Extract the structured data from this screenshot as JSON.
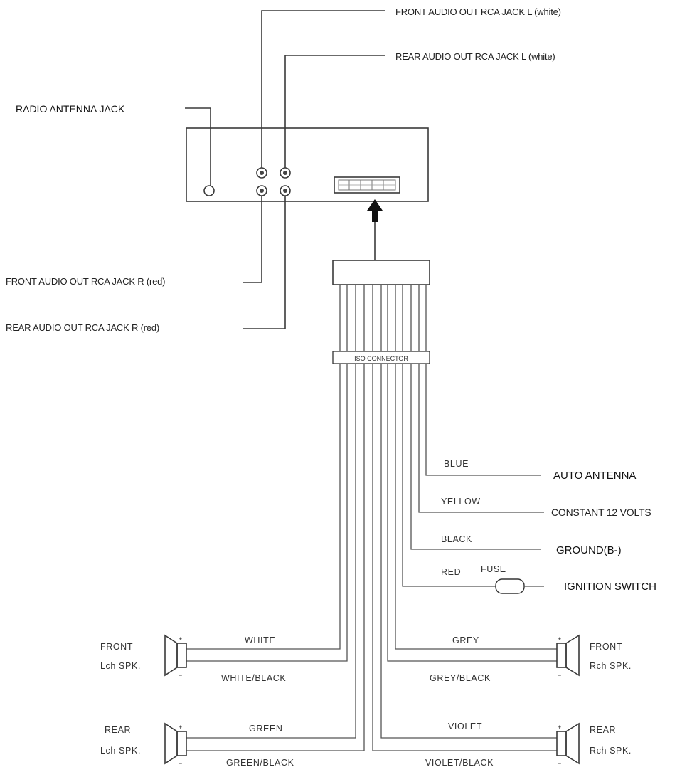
{
  "labels": {
    "front_out_l": "FRONT AUDIO OUT RCA JACK L (white)",
    "rear_out_l": "REAR AUDIO OUT RCA JACK L (white)",
    "radio_antenna": "RADIO ANTENNA JACK",
    "front_out_r": "FRONT AUDIO OUT RCA JACK R (red)",
    "rear_out_r": "REAR AUDIO OUT RCA JACK R (red)",
    "iso_connector": "ISO CONNECTOR",
    "fuse": "FUSE"
  },
  "power_wires": [
    {
      "color": "BLUE",
      "function": "AUTO ANTENNA"
    },
    {
      "color": "YELLOW",
      "function": "CONSTANT 12 VOLTS"
    },
    {
      "color": "BLACK",
      "function": "GROUND(B-)"
    },
    {
      "color": "RED",
      "function": "IGNITION SWITCH"
    }
  ],
  "speakers": {
    "front_left": {
      "line1": "FRONT",
      "line2": "Lch SPK.",
      "pos_wire": "WHITE",
      "neg_wire": "WHITE/BLACK"
    },
    "rear_left": {
      "line1": "REAR",
      "line2": "Lch SPK.",
      "pos_wire": "GREEN",
      "neg_wire": "GREEN/BLACK"
    },
    "front_right": {
      "line1": "FRONT",
      "line2": "Rch SPK.",
      "pos_wire": "GREY",
      "neg_wire": "GREY/BLACK"
    },
    "rear_right": {
      "line1": "REAR",
      "line2": "Rch SPK.",
      "pos_wire": "VIOLET",
      "neg_wire": "VIOLET/BLACK"
    }
  },
  "polarity": {
    "plus": "+",
    "minus": "−"
  }
}
